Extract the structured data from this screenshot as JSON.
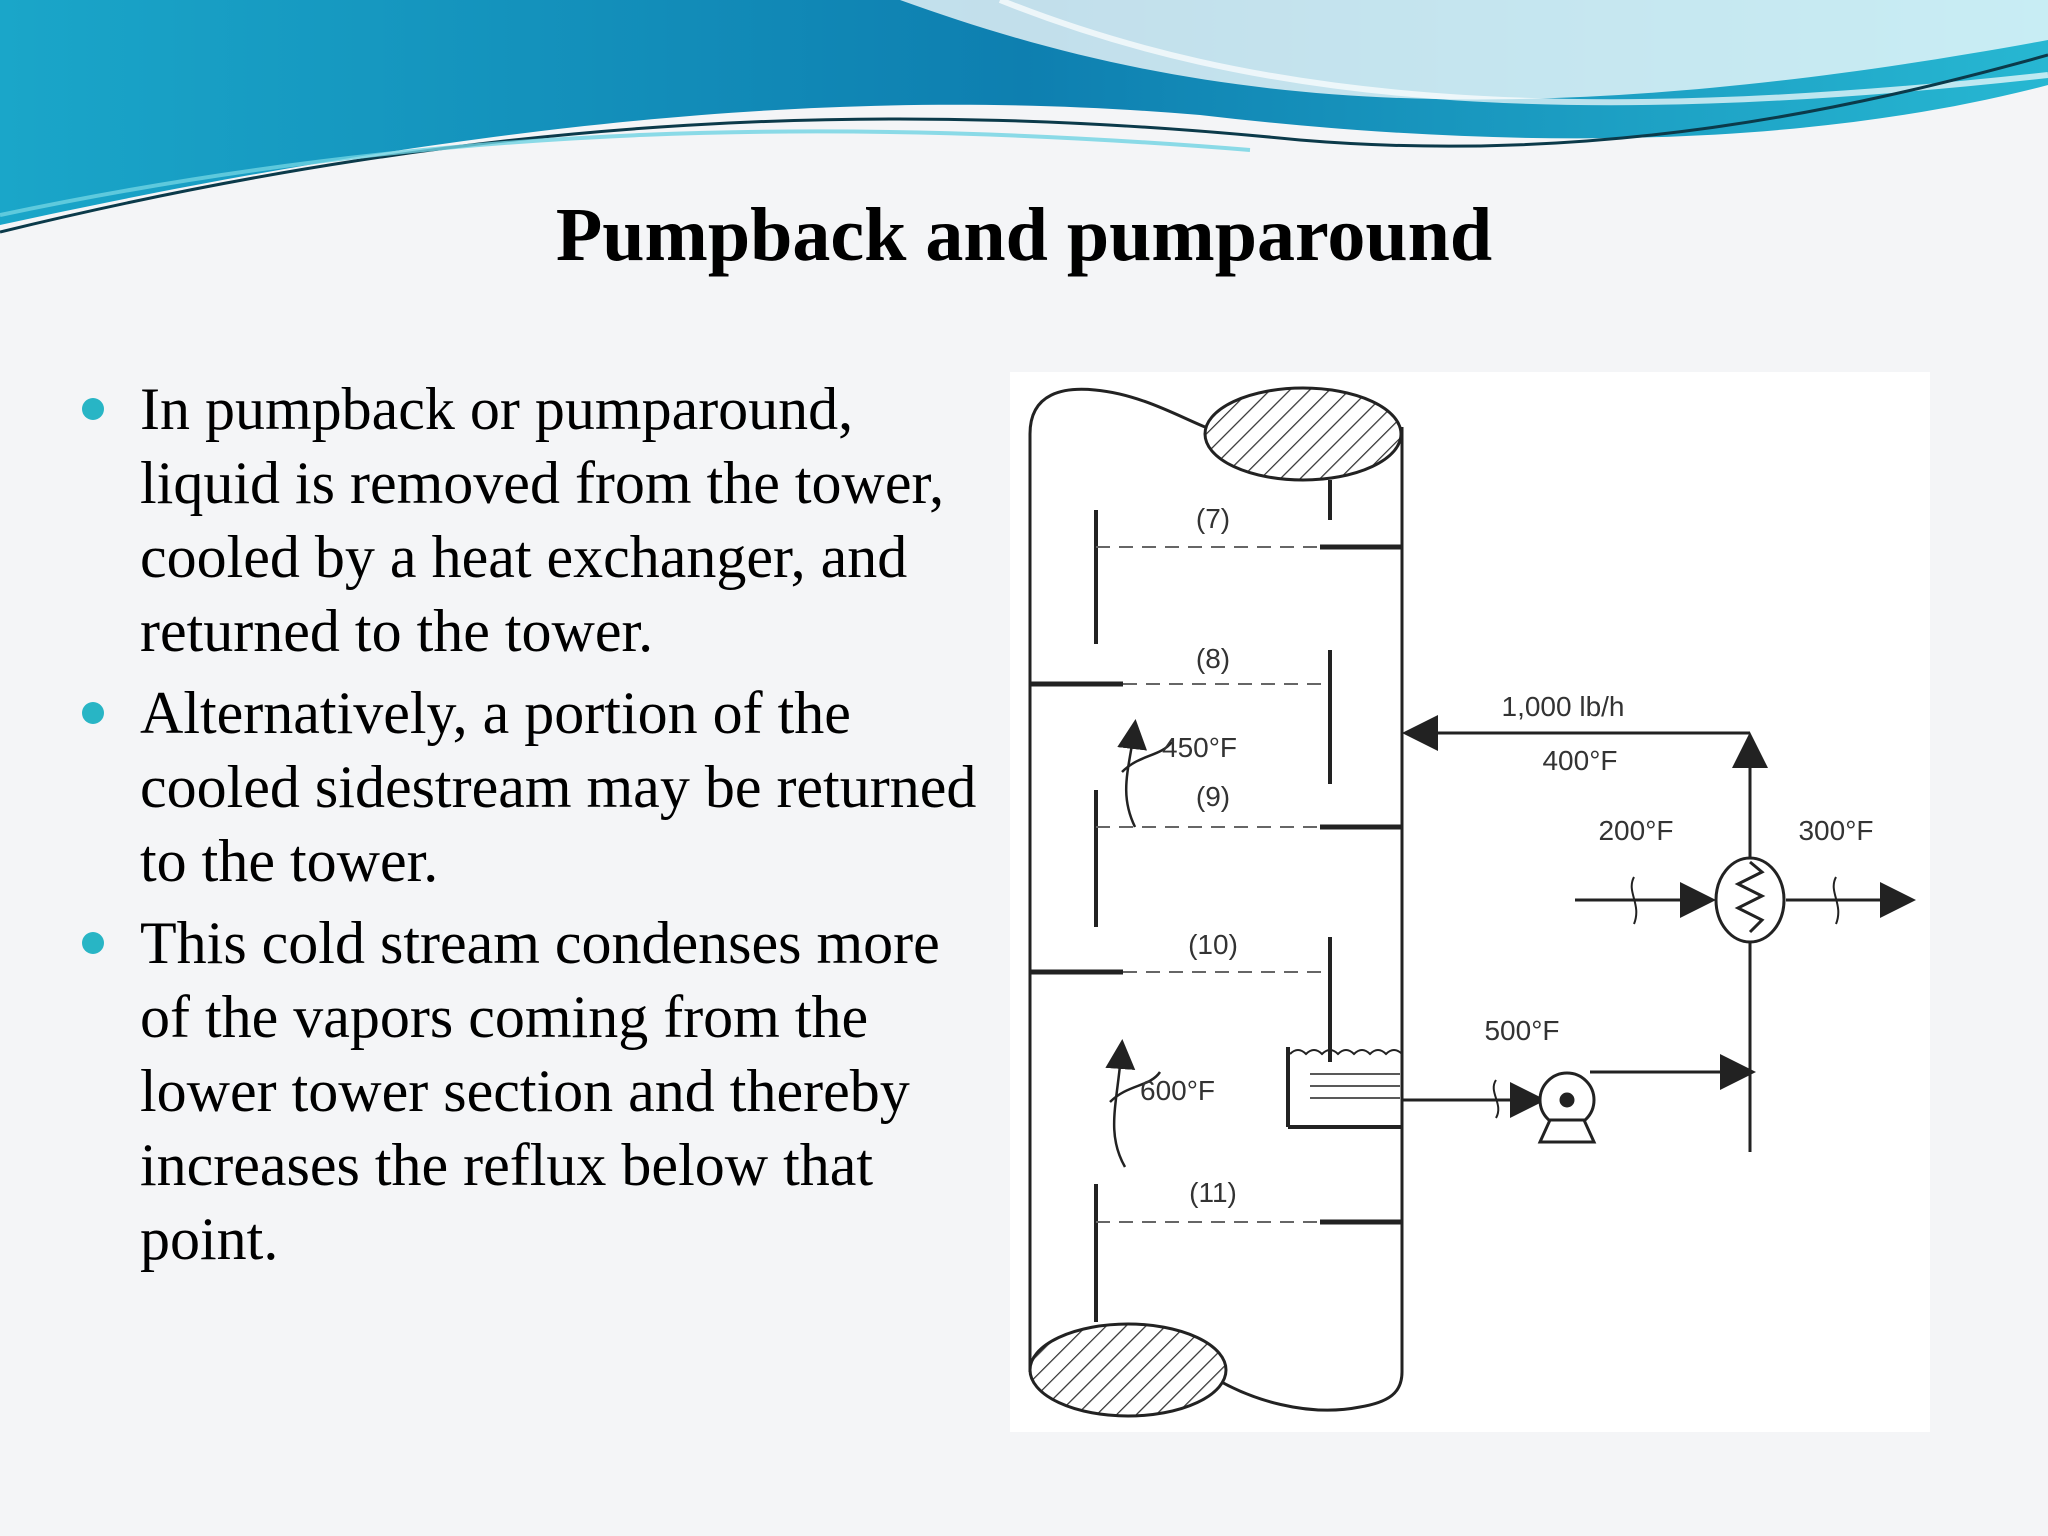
{
  "slide": {
    "title": "Pumpback and pumparound",
    "accent_color": "#28b5c5",
    "bullets": [
      "In pumpback or pumparound, liquid is removed from the tower, cooled by a heat exchanger, and returned to the tower.",
      "Alternatively, a portion of the cooled sidestream may be returned to the tower.",
      "This cold stream condenses more of the vapors coming from the lower tower section and thereby increases the reflux below that point."
    ]
  },
  "diagram": {
    "tray_labels": [
      "(7)",
      "(8)",
      "(9)",
      "(10)",
      "(11)"
    ],
    "temp_450": "450°F",
    "temp_600": "600°F",
    "flow_rate": "1,000 lb/h",
    "temp_400": "400°F",
    "temp_200": "200°F",
    "temp_300": "300°F",
    "temp_500": "500°F"
  }
}
